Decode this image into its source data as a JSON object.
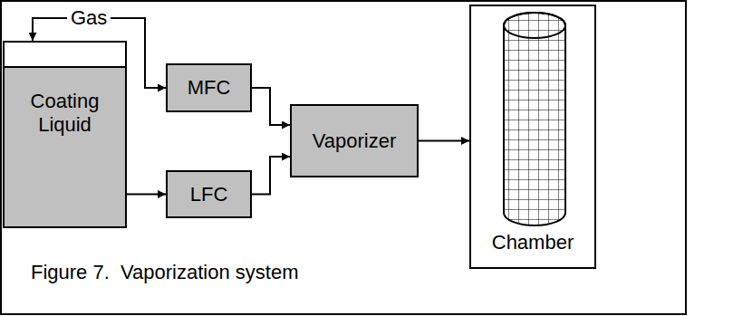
{
  "diagram": {
    "caption": "Figure 7.  Vaporization system",
    "nodes": [
      {
        "text": [
          "Coating Liquid"
        ]
      },
      {
        "text": [
          "MFC"
        ]
      },
      {
        "text": [
          "LFC"
        ]
      },
      {
        "text": [
          "Vaporizer"
        ]
      },
      {
        "text": [
          "Chamber"
        ]
      }
    ],
    "edges": [
      {
        "from": 0,
        "to": 1,
        "arrow": "both",
        "label": "Gas"
      },
      {
        "from": 0,
        "to": 2,
        "arrow": "to"
      },
      {
        "from": 1,
        "to": 3,
        "arrow": "to"
      },
      {
        "from": 2,
        "to": 3,
        "arrow": "to"
      },
      {
        "from": 3,
        "to": 4,
        "arrow": "to"
      }
    ]
  }
}
